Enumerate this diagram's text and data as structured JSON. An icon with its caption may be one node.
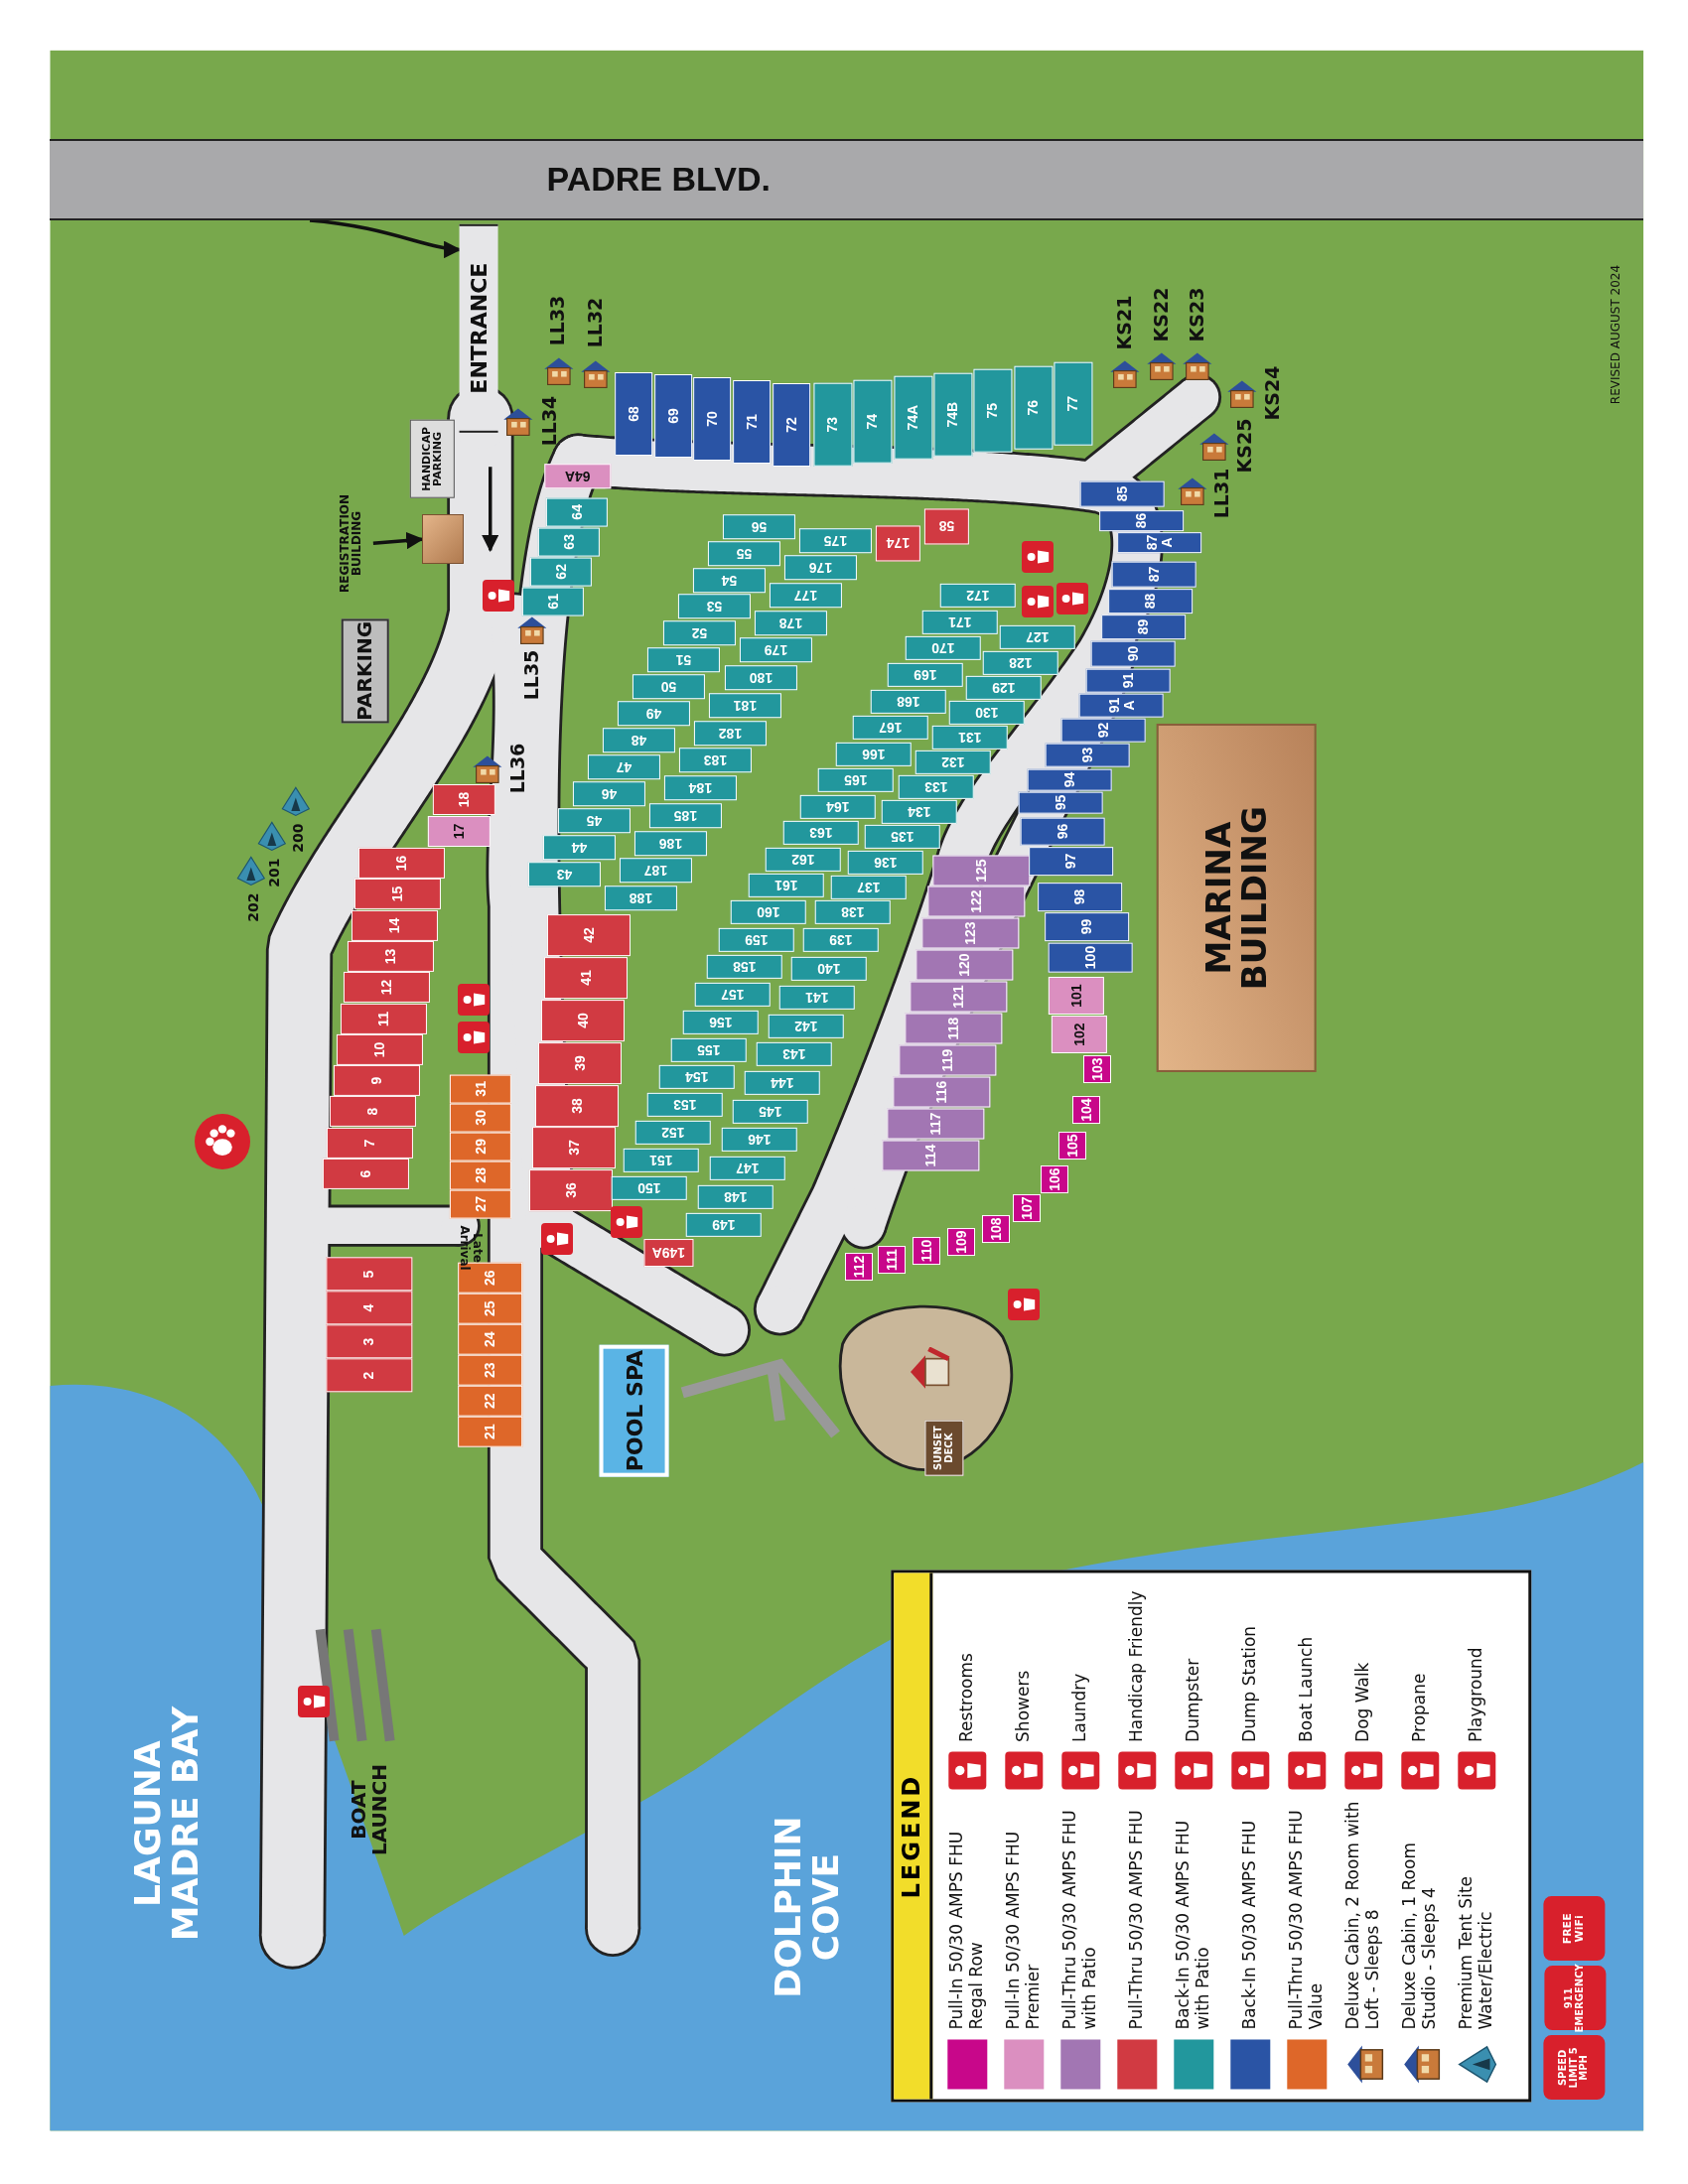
{
  "diagram": {
    "nodes": [
      {
        "text": [
          "PADRE BLVD."
        ]
      },
      {
        "text": [
          "ENTRANCE"
        ]
      },
      {
        "text": [
          "REGISTRATION BUILDING"
        ]
      },
      {
        "text": [],
        "shape": "box"
      },
      {
        "text": [
          "HANDICAP PARKING"
        ]
      },
      {
        "text": [
          "PARKING"
        ]
      },
      {
        "text": [
          "MARINA BUILDING"
        ]
      },
      {
        "text": [
          "POOL SPA"
        ]
      },
      {
        "text": [
          "SUNSET DECK"
        ]
      },
      {
        "text": [
          "SPEED LIMIT 5 MPH"
        ]
      },
      {
        "text": [
          "911 EMERGENCY"
        ]
      },
      {
        "text": [
          "FREE WiFi"
        ]
      },
      {
        "text": [
          "2"
        ]
      },
      {
        "text": [
          "3"
        ]
      },
      {
        "text": [
          "4"
        ]
      },
      {
        "text": [
          "5"
        ]
      },
      {
        "text": [
          "6"
        ]
      },
      {
        "text": [
          "7"
        ]
      },
      {
        "text": [
          "8"
        ]
      },
      {
        "text": [
          "9"
        ]
      },
      {
        "text": [
          "10"
        ]
      },
      {
        "text": [
          "11"
        ]
      },
      {
        "text": [
          "12"
        ]
      },
      {
        "text": [
          "13"
        ]
      },
      {
        "text": [
          "14"
        ]
      },
      {
        "text": [
          "15"
        ]
      },
      {
        "text": [
          "16"
        ]
      },
      {
        "text": [
          "17"
        ]
      },
      {
        "text": [
          "18"
        ]
      },
      {
        "text": [
          "21"
        ]
      },
      {
        "text": [
          "22"
        ]
      },
      {
        "text": [
          "23"
        ]
      },
      {
        "text": [
          "24"
        ]
      },
      {
        "text": [
          "25"
        ]
      },
      {
        "text": [
          "26"
        ]
      },
      {
        "text": [
          "27"
        ]
      },
      {
        "text": [
          "28"
        ]
      },
      {
        "text": [
          "29"
        ]
      },
      {
        "text": [
          "30"
        ]
      },
      {
        "text": [
          "31"
        ]
      },
      {
        "text": [
          "36"
        ]
      },
      {
        "text": [
          "37"
        ]
      },
      {
        "text": [
          "38"
        ]
      },
      {
        "text": [
          "39"
        ]
      },
      {
        "text": [
          "40"
        ]
      },
      {
        "text": [
          "41"
        ]
      },
      {
        "text": [
          "42"
        ]
      },
      {
        "text": [
          "43"
        ]
      },
      {
        "text": [
          "44"
        ]
      },
      {
        "text": [
          "45"
        ]
      },
      {
        "text": [
          "46"
        ]
      },
      {
        "text": [
          "47"
        ]
      },
      {
        "text": [
          "48"
        ]
      },
      {
        "text": [
          "49"
        ]
      },
      {
        "text": [
          "50"
        ]
      },
      {
        "text": [
          "51"
        ]
      },
      {
        "text": [
          "52"
        ]
      },
      {
        "text": [
          "53"
        ]
      },
      {
        "text": [
          "54"
        ]
      },
      {
        "text": [
          "55"
        ]
      },
      {
        "text": [
          "56"
        ]
      },
      {
        "text": [
          "175"
        ]
      },
      {
        "text": [
          "176"
        ]
      },
      {
        "text": [
          "177"
        ]
      },
      {
        "text": [
          "178"
        ]
      },
      {
        "text": [
          "179"
        ]
      },
      {
        "text": [
          "180"
        ]
      },
      {
        "text": [
          "181"
        ]
      },
      {
        "text": [
          "182"
        ]
      },
      {
        "text": [
          "183"
        ]
      },
      {
        "text": [
          "184"
        ]
      },
      {
        "text": [
          "185"
        ]
      },
      {
        "text": [
          "186"
        ]
      },
      {
        "text": [
          "187"
        ]
      },
      {
        "text": [
          "188"
        ]
      },
      {
        "text": [
          "174"
        ]
      },
      {
        "text": [
          "58"
        ]
      },
      {
        "text": [
          "61"
        ]
      },
      {
        "text": [
          "62"
        ]
      },
      {
        "text": [
          "63"
        ]
      },
      {
        "text": [
          "64"
        ]
      },
      {
        "text": [
          "64A"
        ]
      },
      {
        "text": [
          "68"
        ]
      },
      {
        "text": [
          "69"
        ]
      },
      {
        "text": [
          "70"
        ]
      },
      {
        "text": [
          "71"
        ]
      },
      {
        "text": [
          "72"
        ]
      },
      {
        "text": [
          "73"
        ]
      },
      {
        "text": [
          "74"
        ]
      },
      {
        "text": [
          "74A"
        ]
      },
      {
        "text": [
          "74B"
        ]
      },
      {
        "text": [
          "75"
        ]
      },
      {
        "text": [
          "76"
        ]
      },
      {
        "text": [
          "77"
        ]
      },
      {
        "text": [
          "150"
        ]
      },
      {
        "text": [
          "151"
        ]
      },
      {
        "text": [
          "152"
        ]
      },
      {
        "text": [
          "153"
        ]
      },
      {
        "text": [
          "154"
        ]
      },
      {
        "text": [
          "155"
        ]
      },
      {
        "text": [
          "156"
        ]
      },
      {
        "text": [
          "157"
        ]
      },
      {
        "text": [
          "158"
        ]
      },
      {
        "text": [
          "159"
        ]
      },
      {
        "text": [
          "160"
        ]
      },
      {
        "text": [
          "161"
        ]
      },
      {
        "text": [
          "162"
        ]
      },
      {
        "text": [
          "163"
        ]
      },
      {
        "text": [
          "164"
        ]
      },
      {
        "text": [
          "165"
        ]
      },
      {
        "text": [
          "166"
        ]
      },
      {
        "text": [
          "167"
        ]
      },
      {
        "text": [
          "168"
        ]
      },
      {
        "text": [
          "169"
        ]
      },
      {
        "text": [
          "170"
        ]
      },
      {
        "text": [
          "171"
        ]
      },
      {
        "text": [
          "172"
        ]
      },
      {
        "text": [
          "149"
        ]
      },
      {
        "text": [
          "148"
        ]
      },
      {
        "text": [
          "147"
        ]
      },
      {
        "text": [
          "146"
        ]
      },
      {
        "text": [
          "145"
        ]
      },
      {
        "text": [
          "144"
        ]
      },
      {
        "text": [
          "143"
        ]
      },
      {
        "text": [
          "142"
        ]
      },
      {
        "text": [
          "141"
        ]
      },
      {
        "text": [
          "140"
        ]
      },
      {
        "text": [
          "139"
        ]
      },
      {
        "text": [
          "138"
        ]
      },
      {
        "text": [
          "137"
        ]
      },
      {
        "text": [
          "136"
        ]
      },
      {
        "text": [
          "135"
        ]
      },
      {
        "text": [
          "134"
        ]
      },
      {
        "text": [
          "133"
        ]
      },
      {
        "text": [
          "132"
        ]
      },
      {
        "text": [
          "131"
        ]
      },
      {
        "text": [
          "130"
        ]
      },
      {
        "text": [
          "129"
        ]
      },
      {
        "text": [
          "128"
        ]
      },
      {
        "text": [
          "127"
        ]
      },
      {
        "text": [
          "149A"
        ]
      },
      {
        "text": [
          "114"
        ]
      },
      {
        "text": [
          "117"
        ]
      },
      {
        "text": [
          "116"
        ]
      },
      {
        "text": [
          "119"
        ]
      },
      {
        "text": [
          "118"
        ]
      },
      {
        "text": [
          "121"
        ]
      },
      {
        "text": [
          "120"
        ]
      },
      {
        "text": [
          "123"
        ]
      },
      {
        "text": [
          "122"
        ]
      },
      {
        "text": [
          "125"
        ]
      },
      {
        "text": [
          "85"
        ]
      },
      {
        "text": [
          "86"
        ]
      },
      {
        "text": [
          "87 A"
        ]
      },
      {
        "text": [
          "87"
        ]
      },
      {
        "text": [
          "88"
        ]
      },
      {
        "text": [
          "89"
        ]
      },
      {
        "text": [
          "90"
        ]
      },
      {
        "text": [
          "91"
        ]
      },
      {
        "text": [
          "91 A"
        ]
      },
      {
        "text": [
          "92"
        ]
      },
      {
        "text": [
          "93"
        ]
      },
      {
        "text": [
          "94"
        ]
      },
      {
        "text": [
          "95"
        ]
      },
      {
        "text": [
          "96"
        ]
      },
      {
        "text": [
          "97"
        ]
      },
      {
        "text": [
          "98"
        ]
      },
      {
        "text": [
          "99"
        ]
      },
      {
        "text": [
          "100"
        ]
      },
      {
        "text": [
          "101"
        ]
      },
      {
        "text": [
          "102"
        ]
      },
      {
        "text": [
          "103"
        ]
      },
      {
        "text": [
          "104"
        ]
      },
      {
        "text": [
          "105"
        ]
      },
      {
        "text": [
          "106"
        ]
      },
      {
        "text": [
          "107"
        ]
      },
      {
        "text": [
          "108"
        ]
      },
      {
        "text": [
          "109"
        ]
      },
      {
        "text": [
          "110"
        ]
      },
      {
        "text": [
          "111"
        ]
      },
      {
        "text": [
          "112"
        ]
      },
      {
        "text": [],
        "shape": "picture",
        "beside": [
          "LL36"
        ]
      },
      {
        "text": [],
        "shape": "picture",
        "beside": [
          "LL35"
        ]
      },
      {
        "text": [],
        "shape": "picture",
        "beside": [
          "LL34"
        ]
      },
      {
        "text": [],
        "shape": "picture",
        "beside": [
          "LL33"
        ]
      },
      {
        "text": [],
        "shape": "picture",
        "beside": [
          "LL32"
        ]
      },
      {
        "text": [],
        "shape": "picture",
        "beside": [
          "KS21"
        ]
      },
      {
        "text": [],
        "shape": "picture",
        "beside": [
          "KS22"
        ]
      },
      {
        "text": [],
        "shape": "picture",
        "beside": [
          "KS23"
        ]
      },
      {
        "text": [],
        "shape": "picture",
        "beside": [
          "KS24"
        ]
      },
      {
        "text": [],
        "shape": "picture",
        "beside": [
          "KS25"
        ]
      },
      {
        "text": [],
        "shape": "picture",
        "beside": [
          "LL31"
        ]
      },
      {
        "text": [],
        "shape": "picture",
        "beside": [
          "202"
        ]
      },
      {
        "text": [],
        "shape": "picture",
        "beside": [
          "201"
        ]
      },
      {
        "text": [],
        "shape": "picture",
        "beside": [
          "200"
        ]
      }
    ],
    "edges": [
      {
        "from": 2,
        "to": 3,
        "arrow": "to"
      },
      {
        "from": 0,
        "to": 1,
        "arrow": "to"
      }
    ],
    "labels": [
      "REVISED AUGUST 2024",
      "Late Arrival",
      "LAGUNA MADRE BAY",
      "BOAT LAUNCH",
      "DOLPHIN COVE",
      "LEGEND"
    ],
    "legend": [
      {
        "text": "Pull-In 50/30 AMPS FHU Regal Row",
        "color": "#c8078a"
      },
      {
        "text": "Pull-In 50/30 AMPS FHU Premier",
        "color": "#db8fc0"
      },
      {
        "text": "Pull-Thru 50/30 AMPS FHU with Patio",
        "color": "#a276b3"
      },
      {
        "text": "Pull-Thru 50/30 AMPS FHU",
        "color": "#d13a42"
      },
      {
        "text": "Back-In 50/30 AMPS FHU with Patio",
        "color": "#22979d"
      },
      {
        "text": "Back-In 50/30 AMPS FHU",
        "color": "#2a54a5"
      },
      {
        "text": "Pull-Thru 50/30 AMPS FHU Value",
        "color": "#de6729"
      },
      {
        "text": "Deluxe Cabin, 2 Room with Loft - Sleeps 8"
      },
      {
        "text": "Deluxe Cabin, 1 Room Studio - Sleeps 4"
      },
      {
        "text": "Premium Tent Site Water/Electric"
      },
      {
        "text": "Restrooms"
      },
      {
        "text": "Showers"
      },
      {
        "text": "Laundry"
      },
      {
        "text": "Handicap Friendly"
      },
      {
        "text": "Dumpster"
      },
      {
        "text": "Dump Station"
      },
      {
        "text": "Boat Launch"
      },
      {
        "text": "Dog Walk"
      },
      {
        "text": "Propane"
      },
      {
        "text": "Playground"
      }
    ]
  }
}
